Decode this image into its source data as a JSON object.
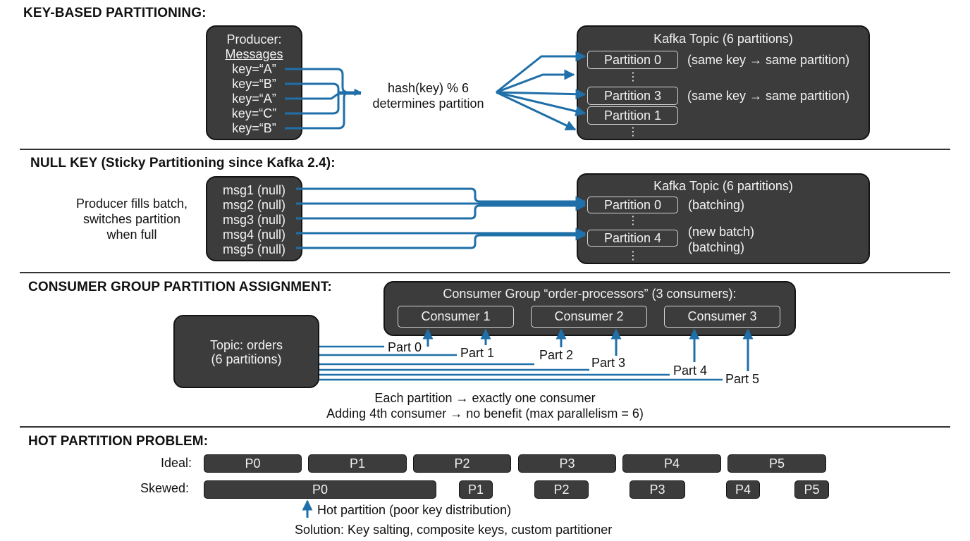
{
  "sections": {
    "key_based": {
      "heading": "KEY-BASED PARTITIONING:",
      "producer_title": "Producer:",
      "producer_subtitle": "Messages",
      "messages": [
        "key=“A”",
        "key=“B”",
        "key=“A”",
        "key=“C”",
        "key=“B”"
      ],
      "hash_line1": "hash(key) % 6",
      "hash_line2": "determines partition",
      "topic_title": "Kafka Topic (6 partitions)",
      "partitions": [
        "Partition 0",
        "Partition 3",
        "Partition 1"
      ],
      "notes": [
        "(same key → same partition)",
        "(same key → same partition)"
      ],
      "ellipsis": "⋮"
    },
    "null_key": {
      "heading": "NULL KEY (Sticky Partitioning since Kafka 2.4):",
      "side_line1": "Producer fills batch,",
      "side_line2": "switches partition",
      "side_line3": "when full",
      "messages": [
        "msg1 (null)",
        "msg2 (null)",
        "msg3 (null)",
        "msg4 (null)",
        "msg5 (null)"
      ],
      "topic_title": "Kafka Topic (6 partitions)",
      "partitions": [
        "Partition 0",
        "Partition 4"
      ],
      "notes": [
        "(batching)",
        "(new batch)",
        "(batching)"
      ],
      "ellipsis": "⋮"
    },
    "consumer_group": {
      "heading": "CONSUMER GROUP PARTITION ASSIGNMENT:",
      "group_title": "Consumer Group “order-processors” (3 consumers):",
      "consumers": [
        "Consumer 1",
        "Consumer 2",
        "Consumer 3"
      ],
      "topic_line1": "Topic: orders",
      "topic_line2": "(6 partitions)",
      "parts": [
        "Part 0",
        "Part 1",
        "Part 2",
        "Part 3",
        "Part 4",
        "Part 5"
      ],
      "note_line1": "Each partition → exactly one consumer",
      "note_line2": "Adding 4th consumer → no benefit (max parallelism = 6)"
    },
    "hot_partition": {
      "heading": "HOT PARTITION PROBLEM:",
      "ideal_label": "Ideal:",
      "skewed_label": "Skewed:",
      "ideal_bars": [
        "P0",
        "P1",
        "P2",
        "P3",
        "P4",
        "P5"
      ],
      "skewed_bars": [
        "P0",
        "P1",
        "P2",
        "P3",
        "P4",
        "P5"
      ],
      "hot_note": "Hot partition (poor key distribution)",
      "solution": "Solution: Key salting, composite keys, custom partitioner"
    }
  },
  "colors": {
    "box": "#3c3c3c",
    "arrow": "#1f6fa8",
    "box_text": "#f2f2f2"
  }
}
